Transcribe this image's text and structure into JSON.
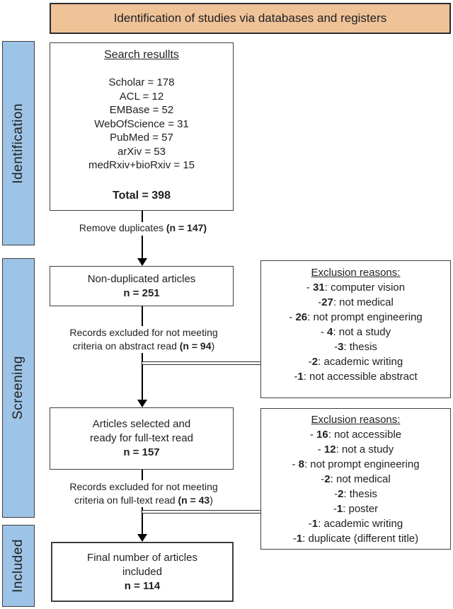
{
  "banner": {
    "title": "Identification of studies via databases and registers"
  },
  "stages": {
    "identification": "Identification",
    "screening": "Screening",
    "included": "Included"
  },
  "search_box": {
    "title": "Search resullts",
    "entries": [
      "Scholar = 178",
      "ACL = 12",
      "EMBase = 52",
      "WebOfScience = 31",
      "PubMed = 57",
      "arXiv = 53",
      "medRxiv+bioRxiv = 15"
    ],
    "total": "Total = 398"
  },
  "connectors": {
    "remove_duplicates": {
      "text": "Remove duplicates ",
      "bold": "(n = 147)"
    },
    "abstract_excluded": {
      "line1": "Records excluded for not meeting",
      "line2_text": "criteria on abstract read ",
      "line2_bold": "(n = 94",
      "line2_end": ")"
    },
    "fulltext_excluded": {
      "line1": "Records excluded for not meeting",
      "line2_text": "criteria on full-text read ",
      "line2_bold": "(n = 43",
      "line2_end": ")"
    }
  },
  "boxes": {
    "non_duplicated": {
      "line1": "Non-duplicated articles",
      "n": "n = 251"
    },
    "selected": {
      "line1": "Articles selected and",
      "line2": "ready for full-text read",
      "n": "n = 157"
    },
    "final": {
      "line1": "Final number of articles",
      "line2": "included",
      "n": "n = 114"
    }
  },
  "exclusion1": {
    "title": "Exclusion reasons:",
    "items": [
      {
        "pre": "- ",
        "n": "31",
        "rest": ": computer vision"
      },
      {
        "pre": "-",
        "n": "27",
        "rest": ": not medical"
      },
      {
        "pre": "- ",
        "n": "26",
        "rest": ": not prompt engineering"
      },
      {
        "pre": "- ",
        "n": "4",
        "rest": ": not a study"
      },
      {
        "pre": "-",
        "n": "3",
        "rest": ": thesis"
      },
      {
        "pre": "-",
        "n": "2",
        "rest": ": academic writing"
      },
      {
        "pre": "-",
        "n": "1",
        "rest": ": not accessible abstract"
      }
    ]
  },
  "exclusion2": {
    "title": "Exclusion reasons:",
    "items": [
      {
        "pre": "- ",
        "n": "16",
        "rest": ": not accessible"
      },
      {
        "pre": "- ",
        "n": "12",
        "rest": ": not a study"
      },
      {
        "pre": "- ",
        "n": "8",
        "rest": ": not prompt engineering"
      },
      {
        "pre": "-",
        "n": "2",
        "rest": ": not medical"
      },
      {
        "pre": "-",
        "n": "2",
        "rest": ": thesis"
      },
      {
        "pre": "-",
        "n": "1",
        "rest": ": poster"
      },
      {
        "pre": "-",
        "n": "1",
        "rest": ": academic writing"
      },
      {
        "pre": "-",
        "n": "1",
        "rest": ": duplicate (different title)"
      }
    ]
  },
  "colors": {
    "banner_fill": "#EFC298",
    "stage_fill": "#9DC3E6",
    "box_border": "#3F3F3F",
    "arrow": "#000000"
  }
}
